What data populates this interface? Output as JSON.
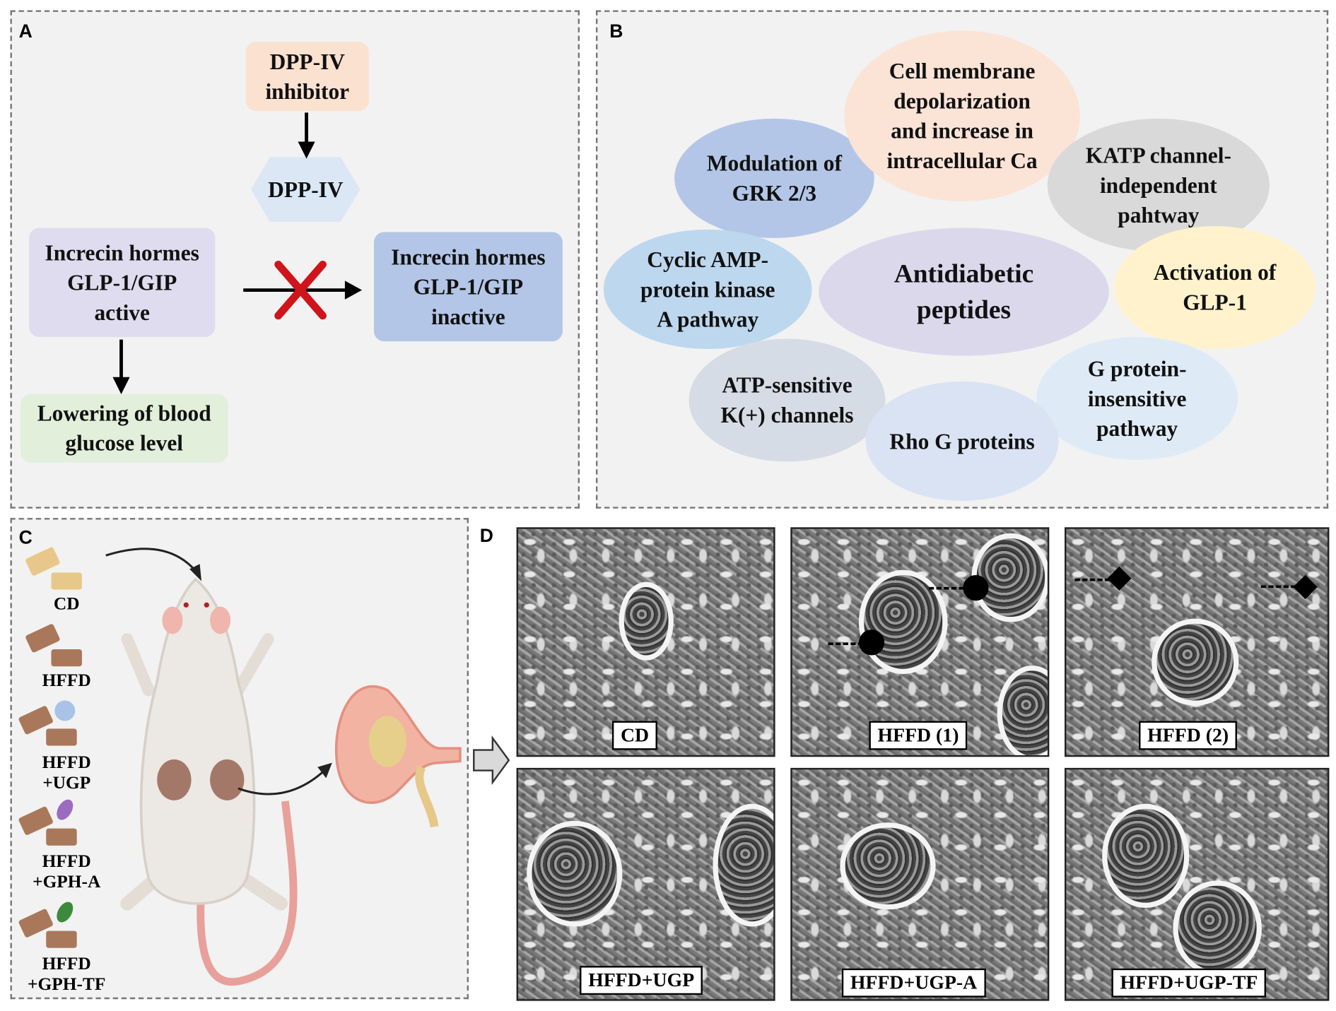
{
  "panelA": {
    "label": "A",
    "dpp_inhibitor": [
      "DPP-IV",
      "inhibitor"
    ],
    "dpp": "DPP-IV",
    "active": [
      "Increcin hormes",
      "GLP-1/GIP",
      "active"
    ],
    "inactive": [
      "Increcin hormes",
      "GLP-1/GIP",
      "inactive"
    ],
    "lowering": [
      "Lowering of blood",
      "glucose level"
    ]
  },
  "panelB": {
    "label": "B",
    "center": [
      "Antidiabetic",
      "peptides"
    ],
    "cell_membrane": [
      "Cell membrane",
      "depolarization",
      "and increase in",
      "intracellular Ca"
    ],
    "modulation": [
      "Modulation of",
      "GRK 2/3"
    ],
    "katp": [
      "KATP channel-",
      "independent",
      "pahtway"
    ],
    "cyclic": [
      "Cyclic AMP-",
      "protein kinase",
      "A pathway"
    ],
    "activation": [
      "Activation of",
      "GLP-1"
    ],
    "atp": [
      "ATP-sensitive",
      "K(+) channels"
    ],
    "rho": [
      "Rho G proteins"
    ],
    "gprotein": [
      "G protein-",
      "insensitive",
      "pathway"
    ]
  },
  "panelC": {
    "label": "C",
    "diets": [
      [
        "CD"
      ],
      [
        "HFFD"
      ],
      [
        "HFFD",
        "+UGP"
      ],
      [
        "HFFD",
        "+GPH-A"
      ],
      [
        "HFFD",
        "+GPH-TF"
      ]
    ]
  },
  "panelD": {
    "label": "D",
    "images": [
      "CD",
      "HFFD (1)",
      "HFFD (2)",
      "HFFD+UGP",
      "HFFD+UGP-A",
      "HFFD+UGP-TF"
    ]
  },
  "colors": {
    "peach": "#fbe3d6",
    "hex": "#dce7f5",
    "lavender": "#e0dcef",
    "blue": "#b4c6e7",
    "green": "#e2efda",
    "gray": "#d9d9d9",
    "lightblue": "#bdd7ee",
    "yellow": "#fff2cc",
    "x_mark": "#d0141b"
  }
}
